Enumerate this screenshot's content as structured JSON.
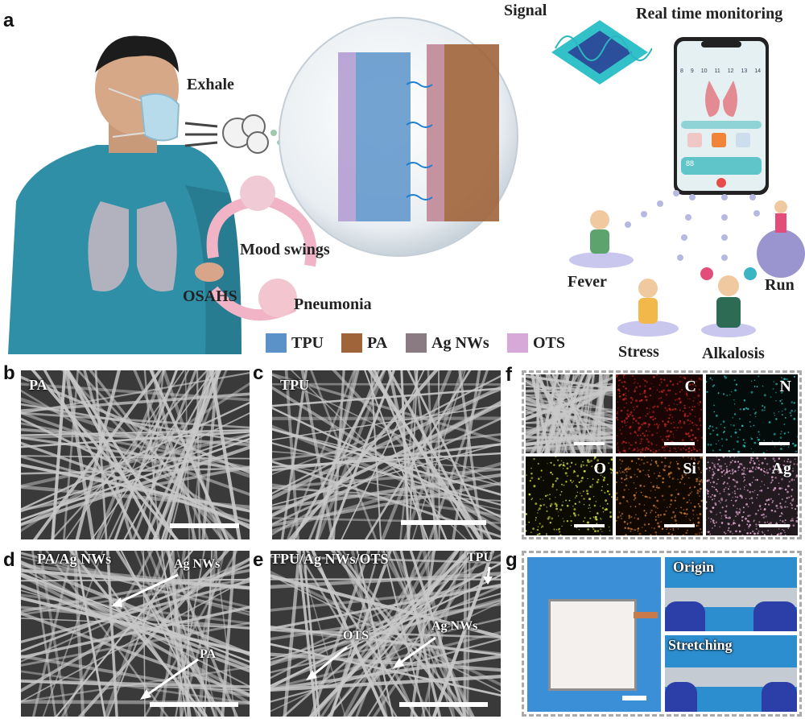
{
  "panels": {
    "a": "a",
    "b": "b",
    "c": "c",
    "d": "d",
    "e": "e",
    "f": "f",
    "g": "g"
  },
  "panel_a": {
    "exhale": "Exhale",
    "signal": "Signal",
    "real_time": "Real time monitoring",
    "mood_swings": "Mood swings",
    "osahs": "OSAHS",
    "pneumonia": "Pneumonia",
    "fever": "Fever",
    "stress": "Stress",
    "alkalosis": "Alkalosis",
    "run": "Run",
    "legend": [
      {
        "label": "TPU",
        "color": "#5b93c9"
      },
      {
        "label": "PA",
        "color": "#a0643a"
      },
      {
        "label": "Ag NWs",
        "color": "#8a7a82"
      },
      {
        "label": "OTS",
        "color": "#d7a9d8"
      }
    ],
    "phone": {
      "days": [
        "8",
        "9",
        "10",
        "11",
        "12",
        "13",
        "14"
      ],
      "reading": "88"
    }
  },
  "panel_b": {
    "label": "PA"
  },
  "panel_c": {
    "label": "TPU"
  },
  "panel_d": {
    "label": "PA/Ag NWs",
    "arrow1": "Ag NWs",
    "arrow2": "PA"
  },
  "panel_e": {
    "label": "TPU/Ag NWs/OTS",
    "arrow1": "TPU",
    "arrow2": "OTS",
    "arrow3": "Ag NWs"
  },
  "panel_f": {
    "maps": [
      "C",
      "N",
      "O",
      "Si",
      "Ag"
    ]
  },
  "panel_g": {
    "origin": "Origin",
    "stretching": "Stretching"
  },
  "colors": {
    "shirt": "#2f8fa7",
    "sem_bg": "#3a3a3a",
    "sem_fiber": "#c8c8c8",
    "map_C": "#b3261e",
    "map_N": "#28b6b0",
    "map_O": "#c7d23a",
    "map_Si": "#c2742e",
    "map_Ag": "#d9a3c9",
    "g_bg": "#3b8fd6"
  }
}
